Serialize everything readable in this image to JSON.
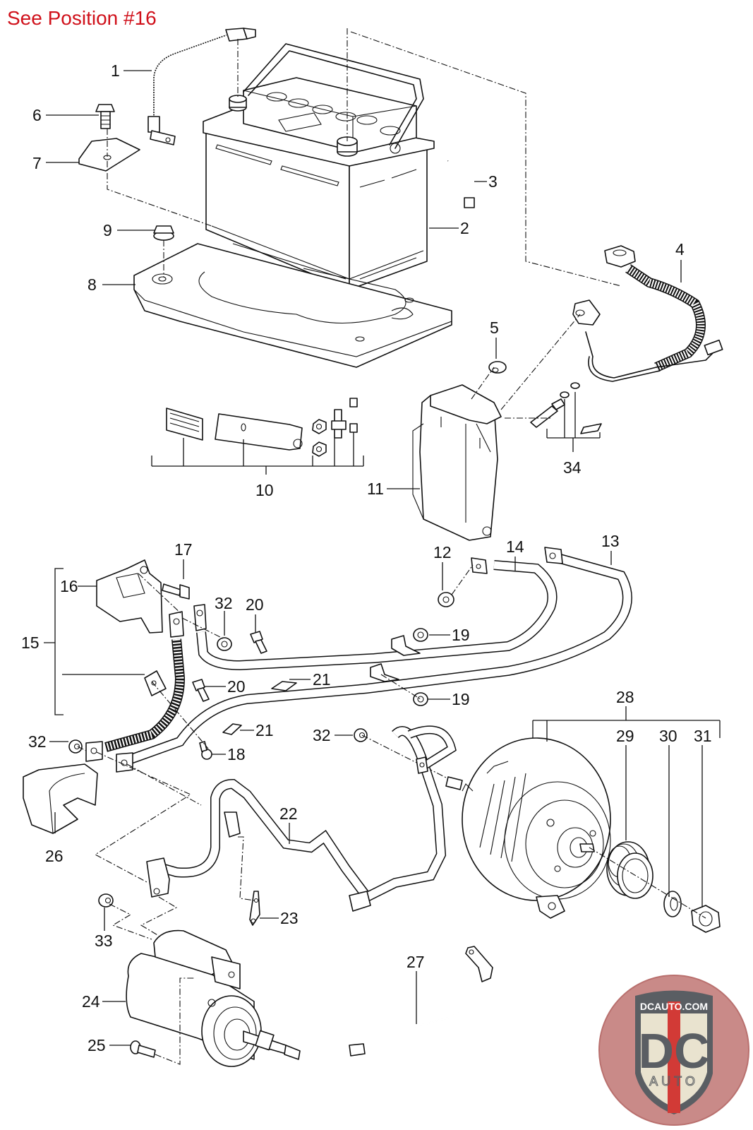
{
  "header": {
    "note": "See Position #16",
    "note_color": "#d0111b"
  },
  "diagram": {
    "title": "Battery, starter and alternator wiring exploded view",
    "callouts": [
      "1",
      "2",
      "3",
      "4",
      "5",
      "6",
      "7",
      "8",
      "9",
      "10",
      "11",
      "12",
      "13",
      "14",
      "15",
      "16",
      "17",
      "18",
      "19",
      "19",
      "20",
      "20",
      "21",
      "21",
      "22",
      "23",
      "24",
      "25",
      "26",
      "27",
      "28",
      "29",
      "30",
      "31",
      "32",
      "32",
      "32",
      "33",
      "34"
    ],
    "labels": {
      "n1": "1",
      "n2": "2",
      "n3": "3",
      "n4": "4",
      "n5": "5",
      "n6": "6",
      "n7": "7",
      "n8": "8",
      "n9": "9",
      "n10": "10",
      "n11": "11",
      "n12": "12",
      "n13": "13",
      "n14": "14",
      "n15": "15",
      "n16": "16",
      "n17": "17",
      "n18": "18",
      "n19a": "19",
      "n19b": "19",
      "n20a": "20",
      "n20b": "20",
      "n21a": "21",
      "n21b": "21",
      "n22": "22",
      "n23": "23",
      "n24": "24",
      "n25": "25",
      "n26": "26",
      "n27": "27",
      "n28": "28",
      "n29": "29",
      "n30": "30",
      "n31": "31",
      "n32a": "32",
      "n32b": "32",
      "n32c": "32",
      "n33": "33",
      "n34": "34"
    }
  },
  "logo": {
    "top_text": "DCAUTO.COM",
    "main_text": "DC",
    "sub_text": "AUTO",
    "colors": {
      "ring": "#c98a88",
      "shield_dark": "#5a5e63",
      "shield_light": "#e9e3cf",
      "stripe": "#d23a36"
    }
  }
}
